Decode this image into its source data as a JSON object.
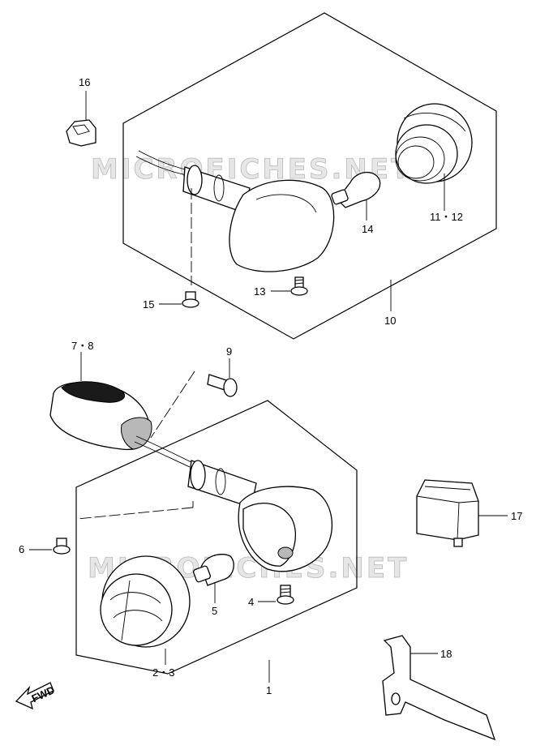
{
  "watermarks": [
    "MICROFICHES.NET",
    "MICROFICHES.NET"
  ],
  "fwd_label": "FWD",
  "callouts": {
    "c1": "1",
    "c2_3": "2・3",
    "c4": "4",
    "c5": "5",
    "c6": "6",
    "c7_8": "7・8",
    "c9": "9",
    "c10": "10",
    "c11_12": "11・12",
    "c13": "13",
    "c14": "14",
    "c15": "15",
    "c16": "16",
    "c17": "17",
    "c18": "18"
  }
}
